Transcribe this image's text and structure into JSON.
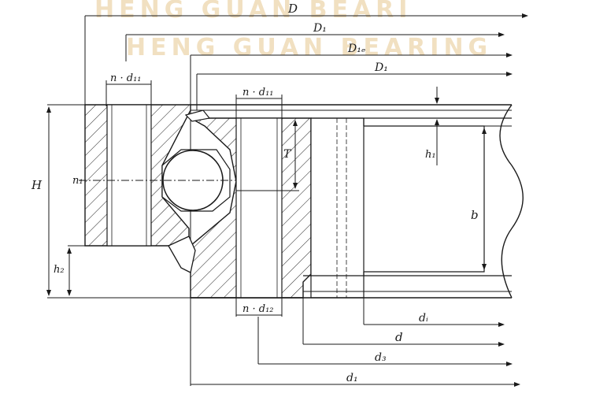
{
  "watermark": {
    "line1": "HENG GUAN BEARI",
    "line2": "HENG GUAN BEARING",
    "color": "#e6c890"
  },
  "dimensions": {
    "D": "D",
    "D1_top": "D₁",
    "Dm": "D₁ₑ",
    "D1": "D₁",
    "n_d1": "n · d₁₁",
    "n_d2_top": "n · d₁₁",
    "n_d2_bottom": "n · d₁₂",
    "H": "H",
    "h2": "h₂",
    "n1": "n₁",
    "T": "T",
    "h1": "h₁",
    "b": "b",
    "di": "dᵢ",
    "d": "d",
    "d3": "d₃",
    "d1": "d₁"
  },
  "colors": {
    "line": "#1a1a1a",
    "paper": "#ffffff"
  }
}
